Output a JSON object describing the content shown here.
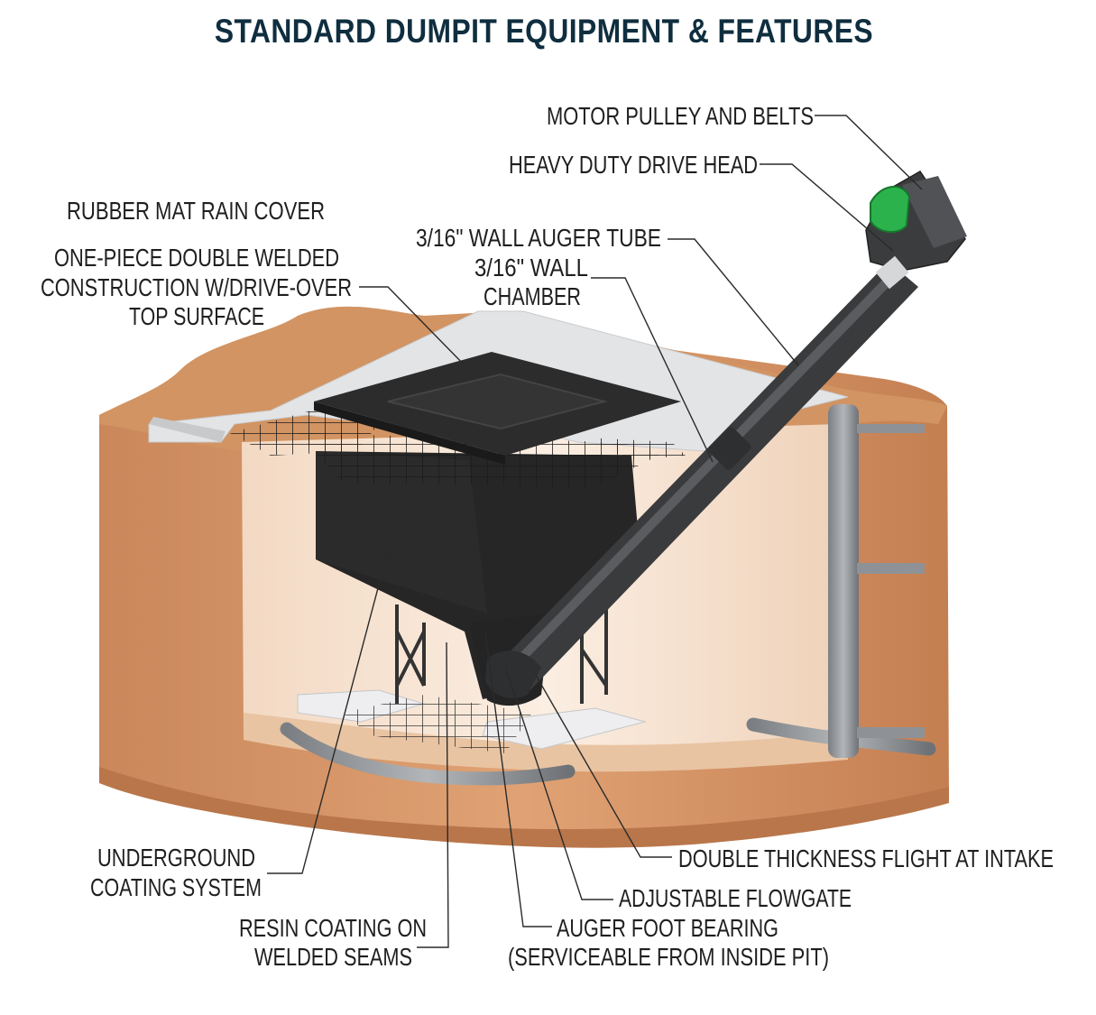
{
  "title": "STANDARD DUMPIT EQUIPMENT & FEATURES",
  "colors": {
    "title": "#0f2e3f",
    "soil": "#c8885a",
    "soil_dark": "#a86a3e",
    "pit_wall": "#f2d9c2",
    "slab": "#e3e4e6",
    "hopper": "#262626",
    "auger": "#3a3b3d",
    "motor": "#2bb24c",
    "pipe": "#8e9296"
  },
  "labels": {
    "motor_pulley": "MOTOR PULLEY AND BELTS",
    "drive_head": "HEAVY DUTY DRIVE HEAD",
    "rain_cover": "RUBBER MAT RAIN COVER",
    "one_piece": [
      "ONE-PIECE DOUBLE WELDED",
      "CONSTRUCTION W/DRIVE-OVER",
      "TOP SURFACE"
    ],
    "auger_tube": "3/16\" WALL AUGER TUBE",
    "chamber": [
      "3/16\" WALL",
      "CHAMBER"
    ],
    "underground": [
      "UNDERGROUND",
      "COATING SYSTEM"
    ],
    "resin": [
      "RESIN COATING ON",
      "WELDED SEAMS"
    ],
    "flight": "DOUBLE THICKNESS FLIGHT AT INTAKE",
    "flowgate": "ADJUSTABLE FLOWGATE",
    "foot_bearing": [
      "AUGER FOOT BEARING",
      "(SERVICEABLE FROM INSIDE PIT)"
    ]
  }
}
